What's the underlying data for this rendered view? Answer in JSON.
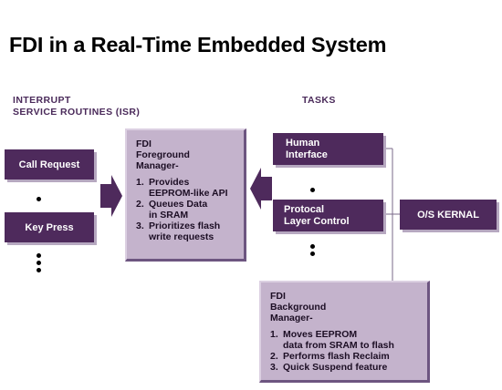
{
  "title": "FDI in a Real-Time Embedded System",
  "isr_label_line1": "INTERRUPT",
  "isr_label_line2": "SERVICE ROUTINES (ISR)",
  "tasks_label": "TASKS",
  "isr_boxes": [
    "Call Request",
    "Key Press"
  ],
  "foreground": {
    "title_line1": "FDI",
    "title_line2": "Foreground",
    "title_line3": "Manager-",
    "items": [
      {
        "num": "1.",
        "line1": "Provides",
        "line2": "EEPROM-like API"
      },
      {
        "num": "2.",
        "line1": "Queues Data",
        "line2": "in SRAM"
      },
      {
        "num": "3.",
        "line1": "Prioritizes flash",
        "line2": "write requests"
      }
    ]
  },
  "task_boxes": [
    {
      "line1": "Human",
      "line2": "Interface"
    },
    {
      "line1": "Protocal",
      "line2": "Layer Control"
    }
  ],
  "os_box": "O/S KERNAL",
  "background": {
    "title_line1": "FDI",
    "title_line2": "Background",
    "title_line3": "Manager-",
    "items": [
      {
        "num": "1.",
        "line1": "Moves EEPROM",
        "line2": "data from SRAM to flash"
      },
      {
        "num": "2.",
        "line1": "Performs flash Reclaim",
        "line2": ""
      },
      {
        "num": "3.",
        "line1": "Quick Suspend feature",
        "line2": ""
      }
    ]
  },
  "colors": {
    "box_fill": "#4e2a5c",
    "panel_fill": "#c4b3cc",
    "label_text": "#4a2a5a"
  }
}
